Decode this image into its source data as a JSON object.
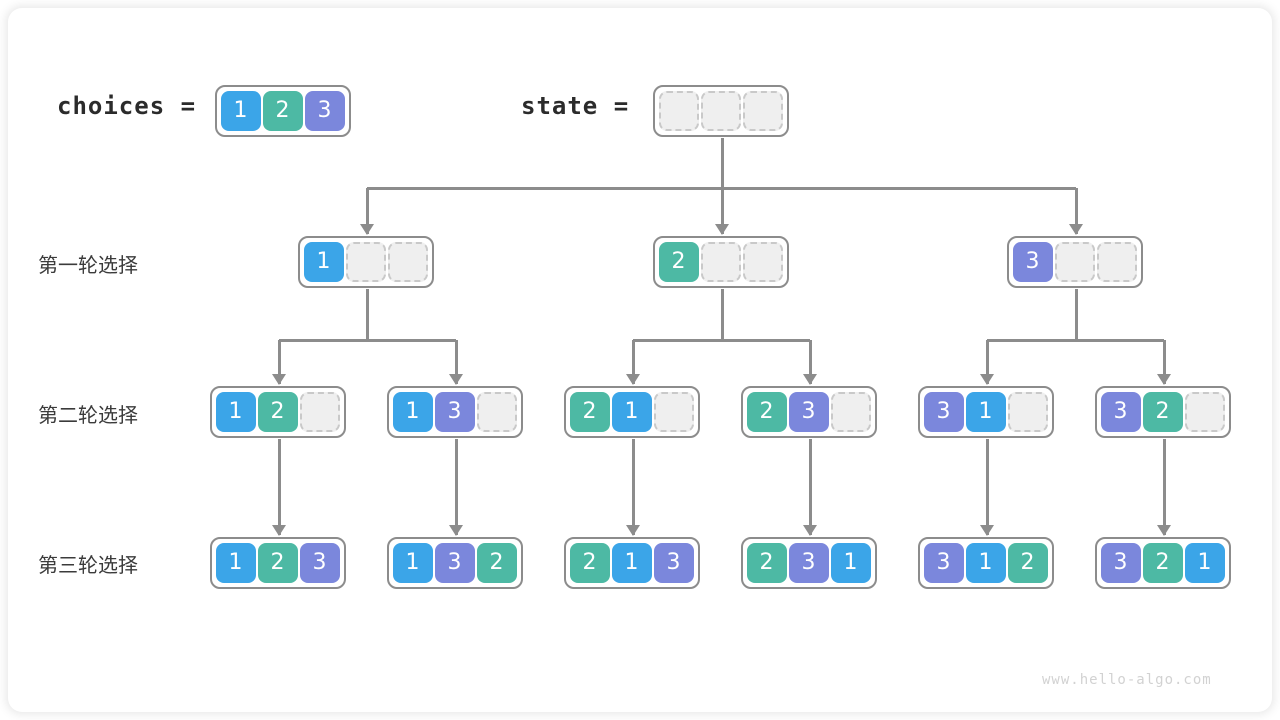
{
  "header": {
    "choices_label": "choices  =",
    "state_label": "state  =",
    "choices_values": [
      "1",
      "2",
      "3"
    ],
    "state_values": [
      "",
      "",
      ""
    ]
  },
  "row_labels": {
    "level1": "第一轮选择",
    "level2": "第二轮选择",
    "level3": "第三轮选择"
  },
  "colors": {
    "blue": "#3BA5E8",
    "green": "#4DB9A4",
    "purple": "#7B87DC",
    "empty_fill": "#EFEFEF",
    "empty_border": "#C9C9C9",
    "node_border": "#8C8C8C",
    "connector": "#8C8C8C",
    "text": "#2B2B2B",
    "watermark": "#D2D2D2"
  },
  "tree": {
    "level1": [
      {
        "name": "node-1",
        "cells": [
          "1",
          "",
          ""
        ]
      },
      {
        "name": "node-2",
        "cells": [
          "2",
          "",
          ""
        ]
      },
      {
        "name": "node-3",
        "cells": [
          "3",
          "",
          ""
        ]
      }
    ],
    "level2": [
      {
        "name": "node-12",
        "cells": [
          "1",
          "2",
          ""
        ]
      },
      {
        "name": "node-13",
        "cells": [
          "1",
          "3",
          ""
        ]
      },
      {
        "name": "node-21",
        "cells": [
          "2",
          "1",
          ""
        ]
      },
      {
        "name": "node-23",
        "cells": [
          "2",
          "3",
          ""
        ]
      },
      {
        "name": "node-31",
        "cells": [
          "3",
          "1",
          ""
        ]
      },
      {
        "name": "node-32",
        "cells": [
          "3",
          "2",
          ""
        ]
      }
    ],
    "level3": [
      {
        "name": "node-123",
        "cells": [
          "1",
          "2",
          "3"
        ]
      },
      {
        "name": "node-132",
        "cells": [
          "1",
          "3",
          "2"
        ]
      },
      {
        "name": "node-213",
        "cells": [
          "2",
          "1",
          "3"
        ]
      },
      {
        "name": "node-231",
        "cells": [
          "2",
          "3",
          "1"
        ]
      },
      {
        "name": "node-312",
        "cells": [
          "3",
          "1",
          "2"
        ]
      },
      {
        "name": "node-321",
        "cells": [
          "3",
          "2",
          "1"
        ]
      }
    ]
  },
  "footer": {
    "watermark": "www.hello-algo.com"
  }
}
